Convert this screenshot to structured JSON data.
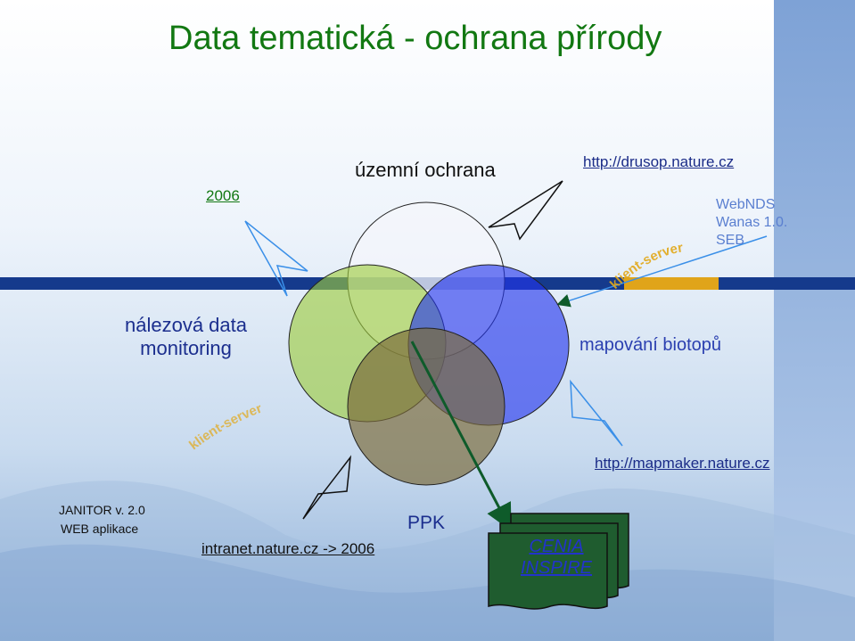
{
  "title": "Data tematická - ochrana přírody",
  "year_label": "2006",
  "territorial_label": "územní ochrana",
  "drusop_link": "http://drusop.nature.cz",
  "webnds": {
    "line1": "WebNDS",
    "line2": "Wanas 1.0.",
    "line3": "SEB"
  },
  "client_server_top": "klient-server",
  "findings": {
    "line1": "nálezová data",
    "line2": "monitoring"
  },
  "biotope_label": "mapování biotopů",
  "client_server_left": "klient-server",
  "mapmaker_link": "http://mapmaker.nature.cz",
  "janitor": {
    "line1": "JANITOR v. 2.0",
    "line2": "WEB aplikace"
  },
  "ppk_label": "PPK",
  "intranet_link": "intranet.nature.cz -> 2006",
  "cenia": {
    "line1": "CENIA",
    "line2": "INSPIRE"
  },
  "colors": {
    "title": "#127812",
    "link": "#1b2c88",
    "circle_white": "#f4f6fb",
    "circle_green": "#9ccc3c",
    "circle_blue": "#2233ee",
    "circle_brown": "#7a6a3a",
    "arrow": "#0e5b2a",
    "doc_fill": "#1f5c2f",
    "band_blue": "#153a8c",
    "band_orange": "#e0a41a"
  }
}
